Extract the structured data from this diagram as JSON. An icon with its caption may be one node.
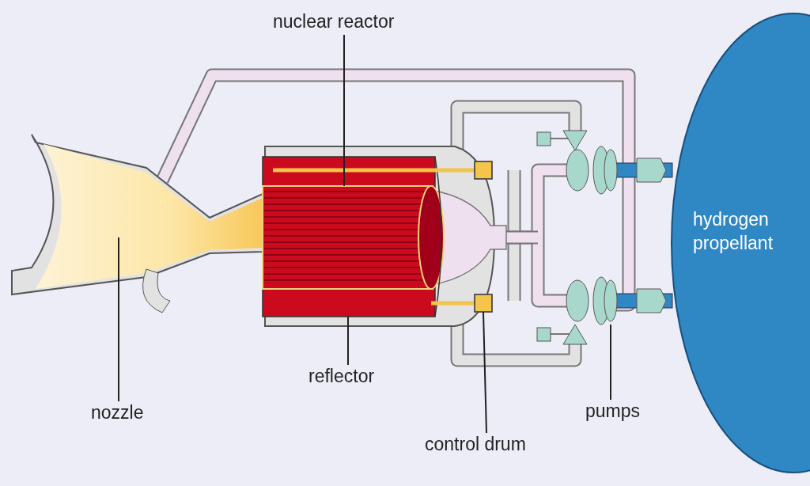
{
  "diagram": {
    "nodes": [
      {
        "text": [
          "nuclear reactor"
        ]
      },
      {
        "text": [],
        "shape": "cylinder",
        "in": 3
      },
      {
        "text": [
          "reflector"
        ]
      },
      {
        "text": [],
        "shape": "cylinder"
      },
      {
        "text": [
          "nozzle"
        ]
      },
      {
        "text": [],
        "shape": "picture"
      },
      {
        "text": [
          "control drum"
        ]
      },
      {
        "text": [],
        "shape": "box"
      },
      {
        "text": [
          "pumps"
        ]
      },
      {
        "text": [],
        "shape": "picture"
      },
      {
        "text": [
          "hydrogen propellant"
        ]
      }
    ],
    "edges": [
      {
        "from": 0,
        "to": 1,
        "arrow": "none"
      },
      {
        "from": 2,
        "to": 3,
        "arrow": "none"
      },
      {
        "from": 4,
        "to": 5,
        "arrow": "none"
      },
      {
        "from": 6,
        "to": 7,
        "arrow": "none"
      },
      {
        "from": 8,
        "to": 9,
        "arrow": "none"
      }
    ]
  }
}
